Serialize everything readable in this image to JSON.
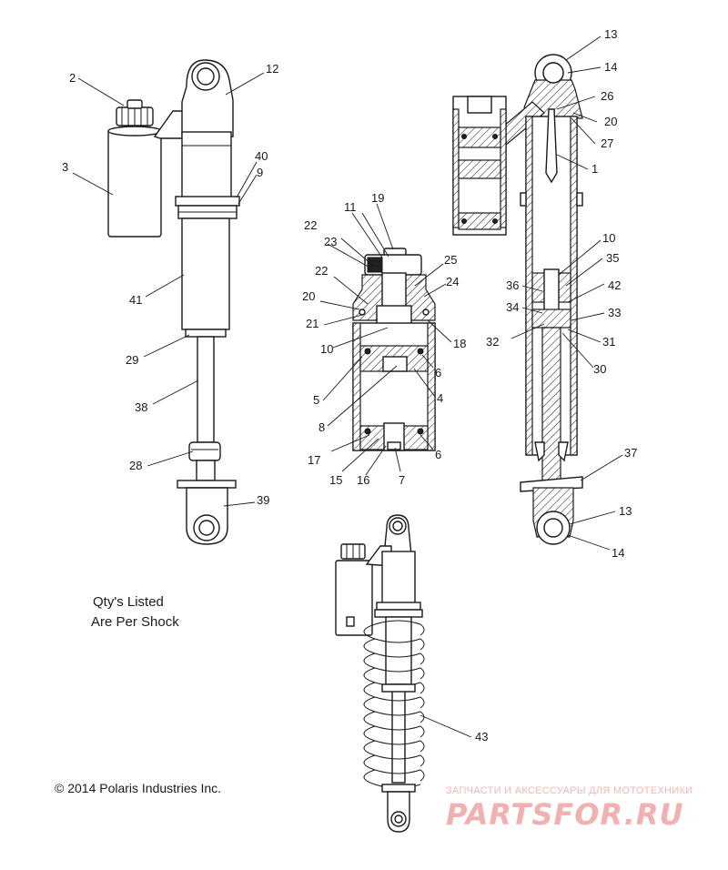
{
  "callouts": {
    "c1": "1",
    "c2": "2",
    "c3": "3",
    "c4": "4",
    "c5": "5",
    "c6a": "6",
    "c6b": "6",
    "c7": "7",
    "c8": "8",
    "c9": "9",
    "c10a": "10",
    "c10b": "10",
    "c11": "11",
    "c12": "12",
    "c13a": "13",
    "c13b": "13",
    "c14a": "14",
    "c14b": "14",
    "c15": "15",
    "c16": "16",
    "c17": "17",
    "c18": "18",
    "c19": "19",
    "c20a": "20",
    "c20b": "20",
    "c21": "21",
    "c22a": "22",
    "c22b": "22",
    "c23": "23",
    "c24": "24",
    "c25": "25",
    "c26": "26",
    "c27": "27",
    "c28": "28",
    "c29": "29",
    "c30": "30",
    "c31": "31",
    "c32": "32",
    "c33": "33",
    "c34": "34",
    "c35": "35",
    "c36": "36",
    "c37": "37",
    "c38": "38",
    "c39": "39",
    "c40": "40",
    "c41": "41",
    "c42": "42",
    "c43": "43"
  },
  "note": {
    "line1": "Qty's Listed",
    "line2": "Are Per Shock"
  },
  "copyright": "© 2014 Polaris Industries Inc.",
  "watermark": {
    "tagline": "ЗАПЧАСТИ И АКСЕССУАРЫ ДЛЯ МОТОТЕХНИКИ",
    "brand": "PARTSFOR.RU"
  }
}
